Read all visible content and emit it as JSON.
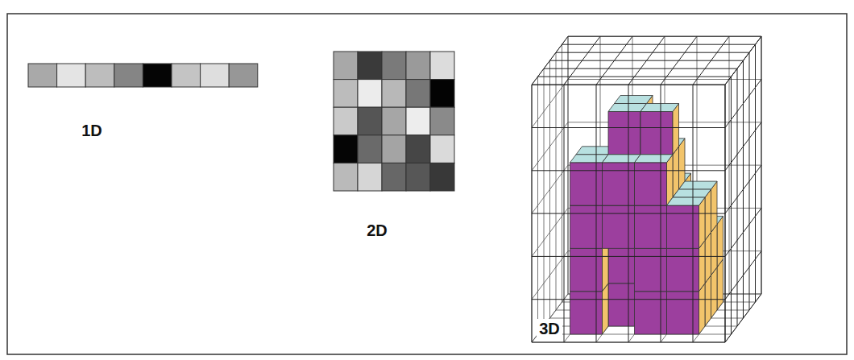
{
  "diagram": {
    "labels": [
      "1D",
      "2D",
      "3D"
    ]
  }
}
